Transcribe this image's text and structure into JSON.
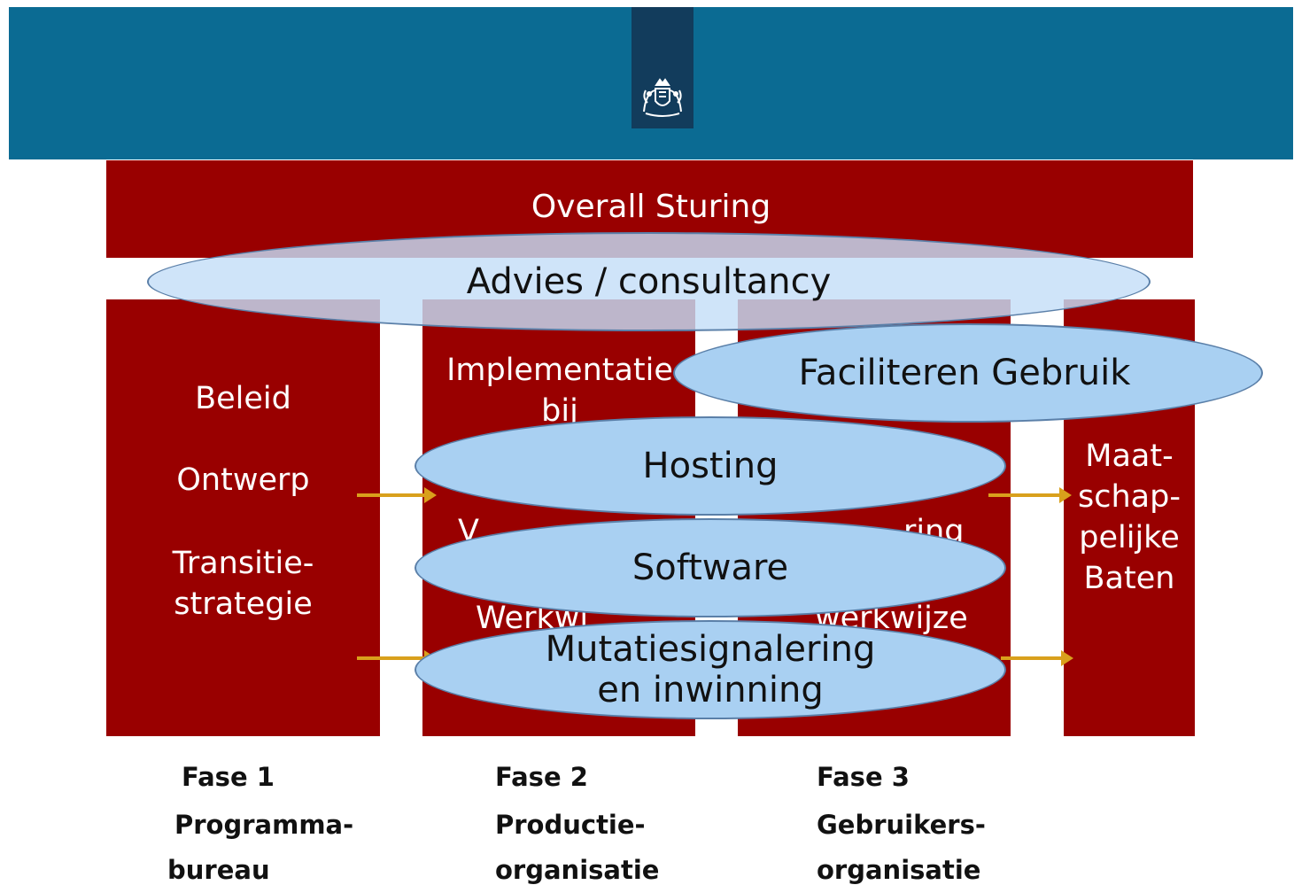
{
  "header": {
    "emblem_icon": "royal-coat-of-arms-icon"
  },
  "colors": {
    "banner": "#0b6b93",
    "block": "#990000",
    "ellipse": "#a9d0f2",
    "arrow": "#d9a01c"
  },
  "top_block": {
    "label": "Overall Sturing"
  },
  "advies": {
    "label": "Advies / consultancy"
  },
  "left_column": {
    "line1": "Beleid",
    "line2": "Ontwerp",
    "line3": "Transitie-",
    "line4": "strategie"
  },
  "middle_column": {
    "line1": "Implementatie",
    "line2": "bij",
    "partial_left": "V",
    "partial_bottom_left": "Werkwi"
  },
  "third_column": {
    "partial_right": "ring",
    "partial_bottom_right": "werkwijze"
  },
  "right_column": {
    "line1": "Maat-",
    "line2": "schap-",
    "line3": "pelijke",
    "line4": "Baten"
  },
  "ellipses": {
    "faciliteren": "Faciliteren Gebruik",
    "hosting": "Hosting",
    "software": "Software",
    "mutatie_line1": "Mutatiesignalering",
    "mutatie_line2": "en inwinning"
  },
  "phases": [
    {
      "title": "Fase 1",
      "line1": "Programma-",
      "line2": "bureau"
    },
    {
      "title": "Fase 2",
      "line1": "Productie-",
      "line2": "organisatie"
    },
    {
      "title": "Fase 3",
      "line1": "Gebruikers-",
      "line2": "organisatie"
    }
  ]
}
